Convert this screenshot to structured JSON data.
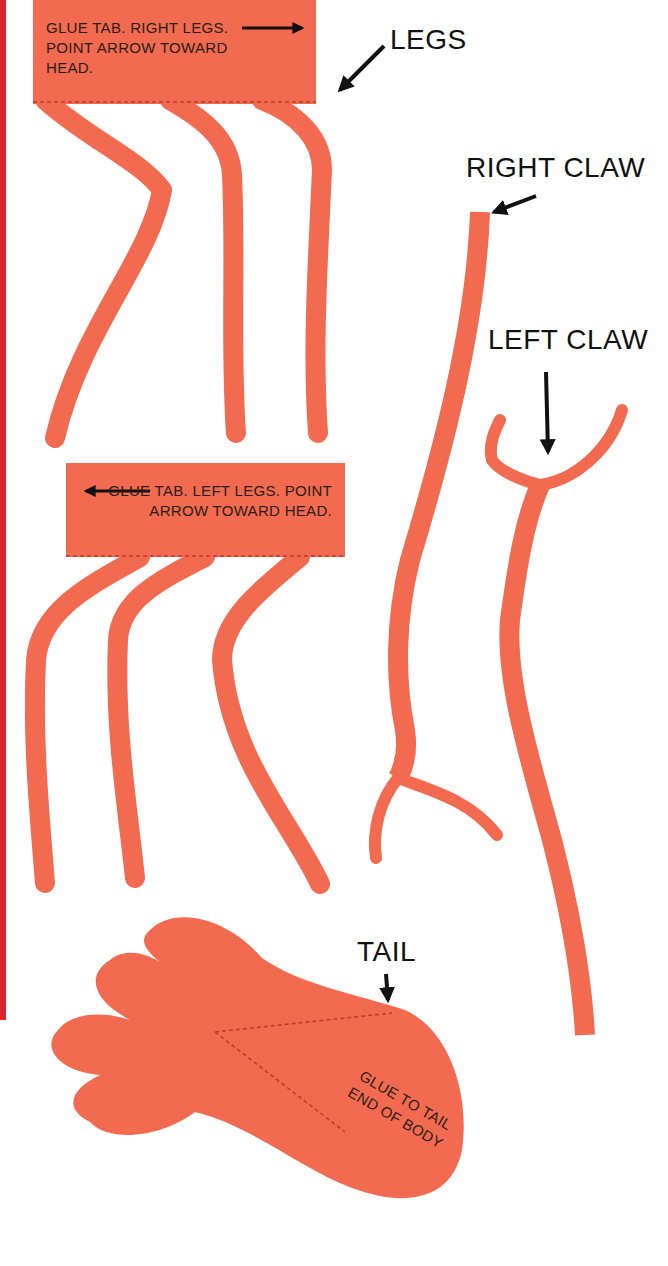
{
  "diagram": {
    "nodes": [
      {
        "text": [
          "GLUE TAB. RIGHT LEGS. POINT ARROW TOWARD HEAD."
        ]
      },
      {
        "text": [
          "GLUE TAB. LEFT LEGS. POINT ARROW TOWARD HEAD."
        ]
      },
      {
        "text": [
          "GLUE TO TAIL END OF BODY"
        ]
      }
    ],
    "edges": [],
    "labels": [
      "LEGS",
      "RIGHT CLAW",
      "LEFT CLAW",
      "TAIL"
    ]
  }
}
